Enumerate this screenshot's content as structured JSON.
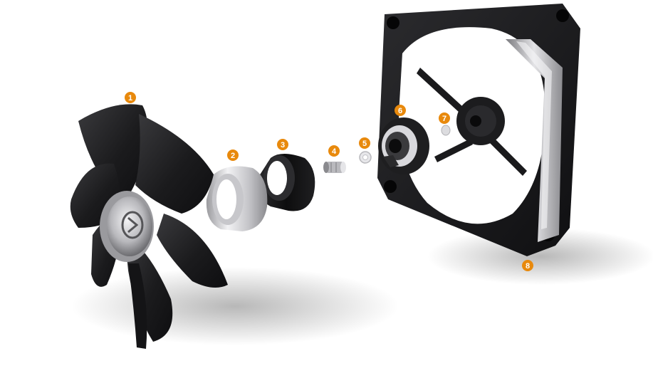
{
  "colors": {
    "marker": "#e8890c",
    "fan_dark": "#1d1d1f",
    "frame": "#161618",
    "accent_strip": "#b9b9bd",
    "silver": "#d5d5d8"
  },
  "parts": [
    {
      "id": "blade-assembly",
      "label": "1"
    },
    {
      "id": "magnetic-ring",
      "label": "2"
    },
    {
      "id": "rubber-ring",
      "label": "3"
    },
    {
      "id": "shaft-bearing",
      "label": "4"
    },
    {
      "id": "washer",
      "label": "5"
    },
    {
      "id": "motor-hub",
      "label": "6"
    },
    {
      "id": "small-washer",
      "label": "7"
    },
    {
      "id": "frame",
      "label": "8"
    }
  ]
}
